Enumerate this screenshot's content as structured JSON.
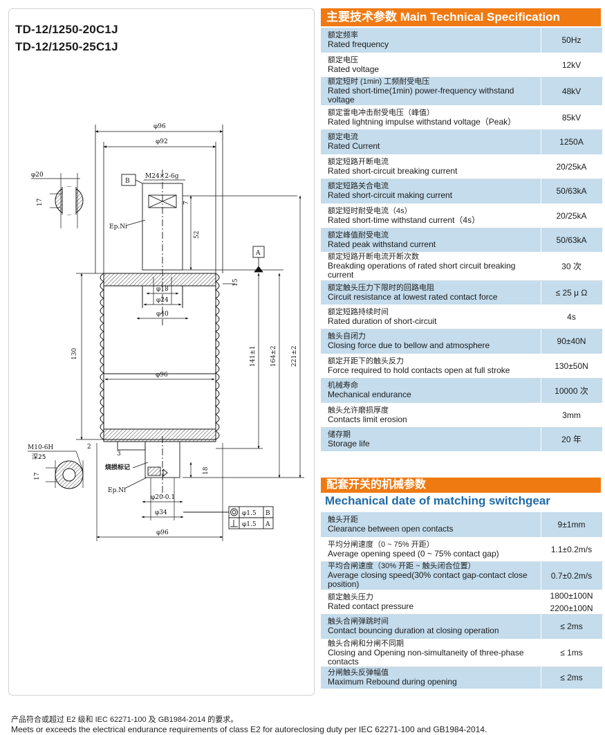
{
  "models": [
    "TD-12/1250-20C1J",
    "TD-12/1250-25C1J"
  ],
  "drawing": {
    "dims": {
      "d96_top": "φ96",
      "d92": "φ92",
      "d20": "φ20",
      "thread_top": "M24×2-6g",
      "datum_b": "B",
      "dim_17_top": "17",
      "dim_7": "7",
      "ep_ni_top": "Ep.Ni",
      "dim_52": "52",
      "datum_a": "A",
      "dim_15": "15",
      "d18": "φ18",
      "d24": "φ24",
      "d40": "φ40",
      "dim_130": "130",
      "d96_mid": "φ96",
      "dim_141": "141±1",
      "dim_164": "164±2",
      "dim_221": "221±2",
      "thread_bottom": "M10-6H",
      "depth_25": "深25",
      "dim_17_bottom": "17",
      "dim_2": "2",
      "dim_3": "3",
      "burn_mark": "烧损标记",
      "dim_18": "18",
      "ep_ni_bottom": "Ep.Ni",
      "d20_tol": "φ20-0.1",
      "d34": "φ34",
      "d96_bottom": "φ96",
      "tol1_value": "φ1.5",
      "tol1_datum": "B",
      "tol2_value": "φ1.5",
      "tol2_datum": "A"
    }
  },
  "main_spec": {
    "title": "主要技术参数 Main Technical Specification",
    "rows": [
      {
        "zh": "额定频率",
        "en": "Rated frequency",
        "value": "50Hz"
      },
      {
        "zh": "额定电压",
        "en": "Rated voltage",
        "value": "12kV"
      },
      {
        "zh": "额定短时 (1min) 工频耐受电压",
        "en": "Rated short-time(1min) power-frequency withstand voltage",
        "value": "48kV"
      },
      {
        "zh": "额定雷电冲击耐受电压（峰值）",
        "en": "Rated lightning impulse withstand voltage（Peak）",
        "value": "85kV"
      },
      {
        "zh": "额定电流",
        "en": "Rated Current",
        "value": "1250A"
      },
      {
        "zh": "额定短路开断电流",
        "en": "Rated short-circuit breaking current",
        "value": "20/25kA"
      },
      {
        "zh": "额定短路关合电流",
        "en": "Rated short-circuit making current",
        "value": "50/63kA"
      },
      {
        "zh": "额定短时耐受电流（4s）",
        "en": "Rated short-time withstand current（4s）",
        "value": "20/25kA"
      },
      {
        "zh": "额定峰值耐受电流",
        "en": "Rated peak withstand current",
        "value": "50/63kA"
      },
      {
        "zh": "额定短路开断电流开断次数",
        "en": "Breakding operations of rated short circuit breaking current",
        "value": "30 次"
      },
      {
        "zh": "额定触头压力下限时的回路电阻",
        "en": "Circuit resistance at lowest rated contact force",
        "value": "≤ 25 μ Ω"
      },
      {
        "zh": "额定短路持续时间",
        "en": "Rated duration of short-circuit",
        "value": "4s"
      },
      {
        "zh": "触头自闭力",
        "en": "Closing force due to bellow and atmosphere",
        "value": "90±40N"
      },
      {
        "zh": "额定开距下的触头反力",
        "en": "Force required to hold contacts open at full stroke",
        "value": "130±50N"
      },
      {
        "zh": "机械寿命",
        "en": "Mechanical endurance",
        "value": "10000 次"
      },
      {
        "zh": "触头允许磨损厚度",
        "en": "Contacts limit erosion",
        "value": "3mm"
      },
      {
        "zh": "储存期",
        "en": "Storage life",
        "value": "20 年"
      }
    ]
  },
  "mech_spec": {
    "title": "配套开关的机械参数",
    "subtitle": "Mechanical date of matching switchgear",
    "rows": [
      {
        "zh": "触头开距",
        "en": "Clearance between open contacts",
        "value": "9±1mm"
      },
      {
        "zh": "平均分闸速度（0 ~ 75% 开距）",
        "en": "Average opening speed (0 ~ 75% contact gap)",
        "value": "1.1±0.2m/s"
      },
      {
        "zh": "平均合闸速度（30% 开距 ~ 触头闭合位置）",
        "en": "Average closing speed(30% contact gap-contact close position)",
        "value": "0.7±0.2m/s"
      },
      {
        "zh": "额定触头压力",
        "en": "Rated contact pressure",
        "value": "1800±100N",
        "value2": "2200±100N"
      },
      {
        "zh": "触头合闸弹跳时间",
        "en": "Contact bouncing duration at closing operation",
        "value": "≤ 2ms"
      },
      {
        "zh": "触头合闸和分闸不同期",
        "en": "Closing and Opening non-simultaneity of three-phase contacts",
        "value": "≤ 1ms"
      },
      {
        "zh": "分闸触头反弹幅值",
        "en": "Maximum Rebound during opening",
        "value": "≤ 2ms"
      }
    ]
  },
  "footer": {
    "zh": "产品符合或超过 E2 级和 IEC 62271-100 及 GB1984-2014 的要求。",
    "en": "Meets or exceeds the electrical endurance requirements of class E2 for autoreclosing duty per IEC 62271-100 and GB1984-2014."
  }
}
